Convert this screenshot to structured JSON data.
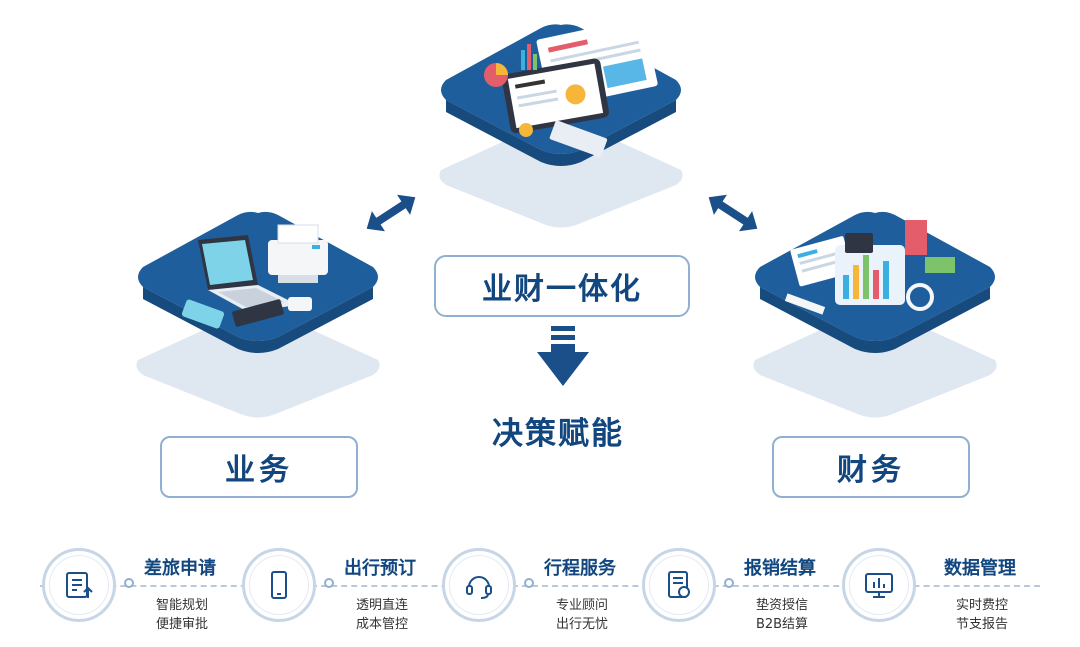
{
  "center": {
    "main_label": "业财一体化",
    "sub_label": "决策赋能"
  },
  "sides": {
    "left_label": "业务",
    "right_label": "财务"
  },
  "colors": {
    "primary": "#1a4f8a",
    "tile": "#1e5c99",
    "tile_light": "#d9e3ee",
    "accent_line": "#8fb0d3"
  },
  "steps": [
    {
      "title": "差旅申请",
      "line1": "智能规划",
      "line2": "便捷审批",
      "icon": "checklist-upload-icon"
    },
    {
      "title": "出行预订",
      "line1": "透明直连",
      "line2": "成本管控",
      "icon": "mobile-phone-icon"
    },
    {
      "title": "行程服务",
      "line1": "专业顾问",
      "line2": "出行无忧",
      "icon": "headset-icon"
    },
    {
      "title": "报销结算",
      "line1": "垫资授信",
      "line2": "B2B结算",
      "icon": "invoice-icon"
    },
    {
      "title": "数据管理",
      "line1": "实时费控",
      "line2": "节支报告",
      "icon": "chart-monitor-icon"
    }
  ]
}
